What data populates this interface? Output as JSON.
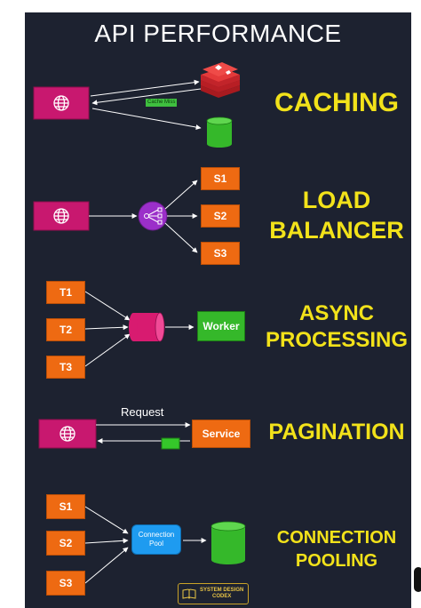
{
  "title": "API PERFORMANCE",
  "sections": {
    "caching": {
      "label_lines": [
        "CACHING"
      ],
      "cache_miss_label": "Cache Miss"
    },
    "load_balancer": {
      "label_lines": [
        "LOAD",
        "BALANCER"
      ],
      "servers": [
        "S1",
        "S2",
        "S3"
      ]
    },
    "async": {
      "label_lines": [
        "ASYNC",
        "PROCESSING"
      ],
      "tasks": [
        "T1",
        "T2",
        "T3"
      ],
      "worker": "Worker"
    },
    "pagination": {
      "label_lines": [
        "PAGINATION"
      ],
      "request_label": "Request",
      "service": "Service"
    },
    "pooling": {
      "label_lines": [
        "CONNECTION",
        "POOLING"
      ],
      "servers": [
        "S1",
        "S2",
        "S3"
      ],
      "pool_label": "Connection Pool"
    }
  },
  "logo": {
    "line1": "SYSTEM DESIGN",
    "line2": "CODEX"
  },
  "colors": {
    "background": "#1d2230",
    "label_yellow": "#f2e21a",
    "client_pink": "#c8186f",
    "server_orange": "#ee6a12",
    "database_green": "#35b82a",
    "redis_red": "#d9272e",
    "pool_blue": "#1e9bf0"
  }
}
